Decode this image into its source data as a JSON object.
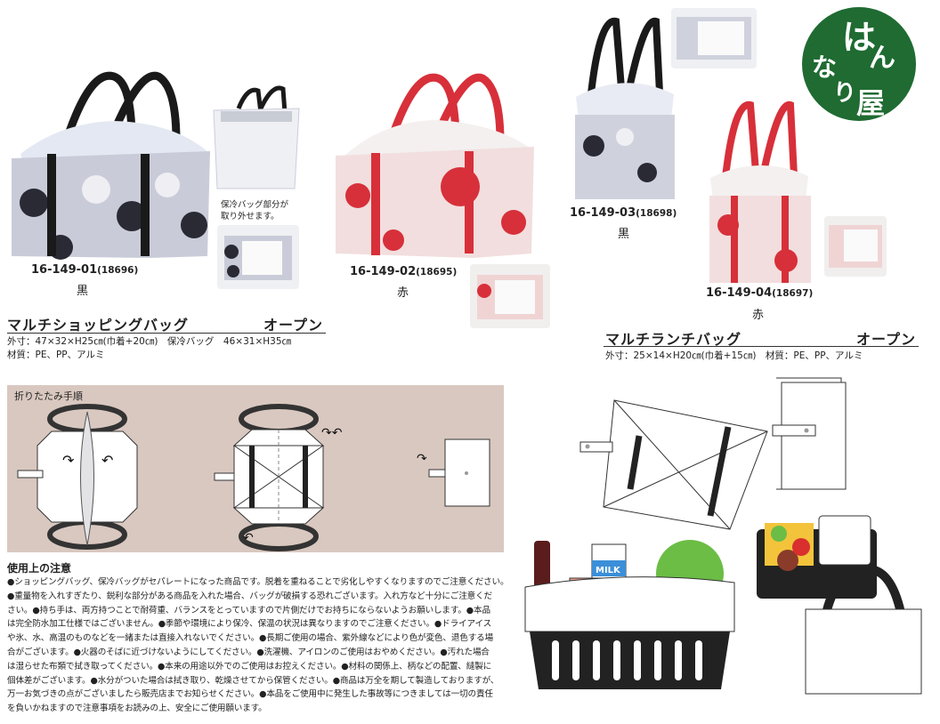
{
  "brand": {
    "logo_text": "はんなり屋",
    "logo_color": "#1f6b32"
  },
  "products": [
    {
      "code": "16-149-01",
      "sub_code": "(18696)",
      "color": "黒"
    },
    {
      "code": "16-149-02",
      "sub_code": "(18695)",
      "color": "赤"
    },
    {
      "code": "16-149-03",
      "sub_code": "(18698)",
      "color": "黒"
    },
    {
      "code": "16-149-04",
      "sub_code": "(18697)",
      "color": "赤"
    }
  ],
  "cooler_caption": [
    "保冷バッグ部分が",
    "取り外せます。"
  ],
  "shopping_bag": {
    "name": "マルチショッピングバッグ",
    "price": "オープン",
    "size": "外寸：47×32×H25㎝(巾着+20㎝)　保冷バッグ　46×31×H35㎝",
    "material": "材質：PE、PP、アルミ"
  },
  "lunch_bag": {
    "name": "マルチランチバッグ",
    "price": "オープン",
    "spec": "外寸：25×14×H20㎝(巾着+15㎝)　材質：PE、PP、アルミ"
  },
  "folding": {
    "title": "折りたたみ手順",
    "bg_color": "#d9c8c0"
  },
  "illustration_labels": {
    "milk": "MILK"
  },
  "notes": {
    "title": "使用上の注意",
    "lines": [
      "●ショッピングバッグ、保冷バッグがセパレートになった商品です。脱着を重ねることで劣化しやすくなりますのでご注意ください。",
      "●重量物を入れすぎたり、鋭利な部分がある商品を入れた場合、バッグが破損する恐れございます。入れ方など十分にご注意くだ",
      "さい。●持ち手は、両方持つことで耐荷重、バランスをとっていますので片側だけでお持ちにならないようお願いします。●本品",
      "は完全防水加工仕様ではございません。●季節や環境により保冷、保温の状況は異なりますのでご注意ください。●ドライアイス",
      "や氷、水、高温のものなどを一緒または直接入れないでください。●長期ご使用の場合、紫外線などにより色が変色、退色する場",
      "合がございます。●火器のそばに近づけないようにしてください。●洗濯機、アイロンのご使用はおやめください。●汚れた場合",
      "は湿らせた布類で拭き取ってください。●本来の用途以外でのご使用はお控えください。●材料の関係上、柄などの配置、縫製に",
      "個体差がございます。●水分がついた場合は拭き取り、乾燥させてから保管ください。●商品は万全を期して製造しておりますが、",
      "万一お気づきの点がございましたら販売店までお知らせください。●本品をご使用中に発生した事故等につきましては一切の責任",
      "を負いかねますので注意事項をお読みの上、安全にご使用願います。"
    ]
  }
}
